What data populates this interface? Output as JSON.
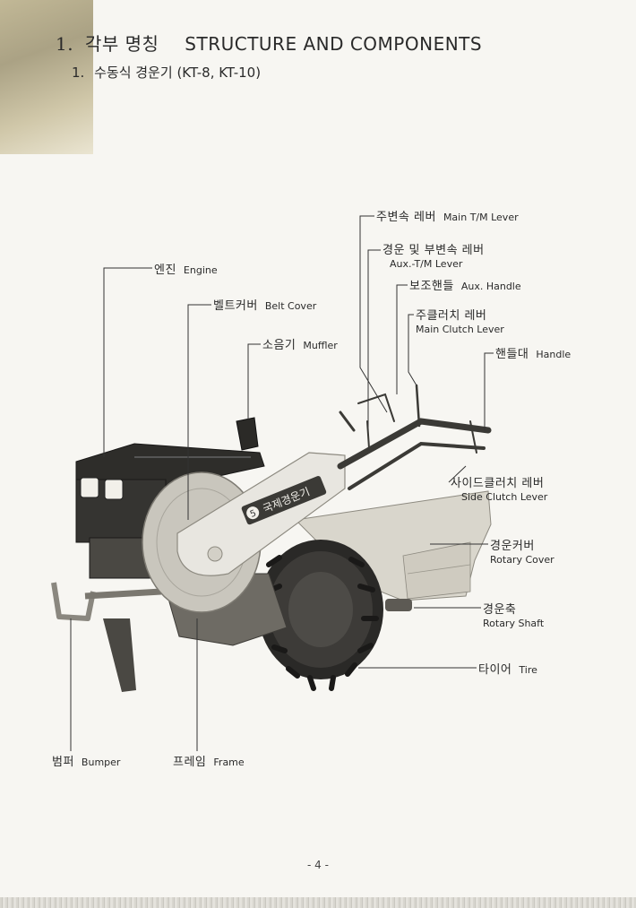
{
  "heading": {
    "number": "1.",
    "korean": "각부 명칭",
    "english": "STRUCTURE AND COMPONENTS"
  },
  "subheading": {
    "number": "1.",
    "korean": "수동식 경운기",
    "models": "(KT-8, KT-10)"
  },
  "labels": {
    "main_tm_lever": {
      "ko": "주변속 레버",
      "en": "Main T/M Lever"
    },
    "aux_tm_lever": {
      "ko": "경운 및 부변속 레버",
      "en": "Aux.-T/M Lever"
    },
    "aux_handle": {
      "ko": "보조핸들",
      "en": "Aux. Handle"
    },
    "main_clutch_lever": {
      "ko": "주클러치 레버",
      "en": "Main Clutch Lever"
    },
    "handle": {
      "ko": "핸들대",
      "en": "Handle"
    },
    "engine": {
      "ko": "엔진",
      "en": "Engine"
    },
    "belt_cover": {
      "ko": "벨트커버",
      "en": "Belt Cover"
    },
    "muffler": {
      "ko": "소음기",
      "en": "Muffler"
    },
    "side_clutch_lever": {
      "ko": "사이드클러치 레버",
      "en": "Side Clutch Lever"
    },
    "rotary_cover": {
      "ko": "경운커버",
      "en": "Rotary Cover"
    },
    "rotary_shaft": {
      "ko": "경운축",
      "en": "Rotary Shaft"
    },
    "tire": {
      "ko": "타이어",
      "en": "Tire"
    },
    "bumper": {
      "ko": "범퍼",
      "en": "Bumper"
    },
    "frame": {
      "ko": "프레임",
      "en": "Frame"
    }
  },
  "photo": {
    "nameplate": "국제경운기",
    "badge": "5"
  },
  "page_number": "- 4 -"
}
